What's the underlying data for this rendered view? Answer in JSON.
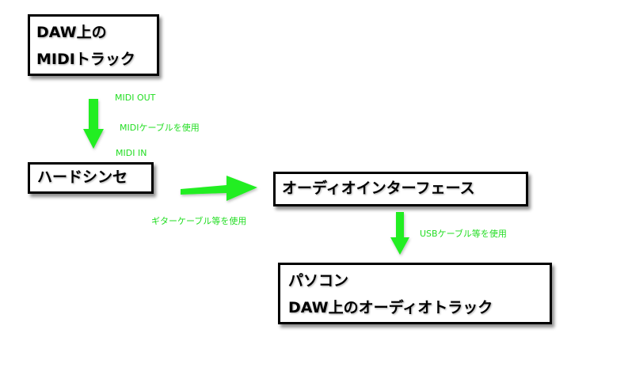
{
  "colors": {
    "arrow": "#22ee22",
    "label": "#22dd22",
    "box_border": "#000000"
  },
  "nodes": {
    "daw_midi": {
      "line1": "DAW上の",
      "line2": "MIDIトラック"
    },
    "synth": {
      "label": "ハードシンセ"
    },
    "audio_if": {
      "label": "オーディオインターフェース"
    },
    "pc": {
      "line1": "パソコン",
      "line2": "DAW上のオーディオトラック"
    }
  },
  "edges": {
    "midi_out": "MIDI OUT",
    "midi_cable": "MIDIケーブルを使用",
    "midi_in": "MIDI IN",
    "guitar_cable": "ギターケーブル等を使用",
    "usb_cable": "USBケーブル等を使用"
  }
}
